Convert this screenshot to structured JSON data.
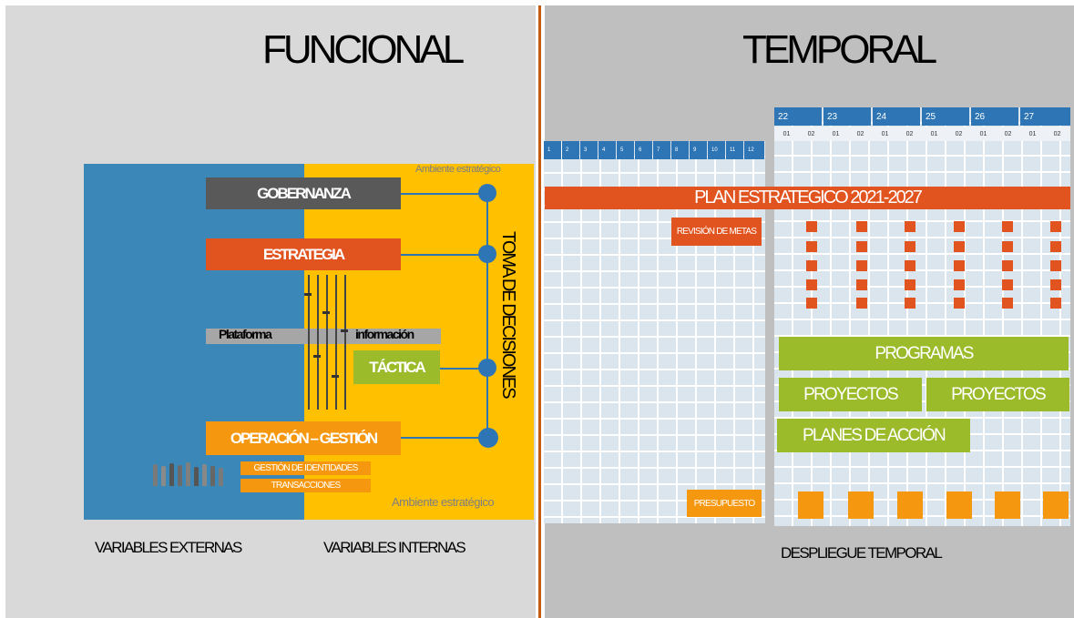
{
  "colors": {
    "blue": "#3b87b8",
    "gold": "#ffc000",
    "orange": "#e2541f",
    "green": "#9bbb2b",
    "dark_gray": "#595959",
    "line_blue": "#2e75b6"
  },
  "funcional": {
    "title": "FUNCIONAL",
    "ambiente_top": "Ambiente estratégico",
    "ambiente_bottom": "Ambiente estratégico",
    "gobernanza": "GOBERNANZA",
    "estrategia": "ESTRATEGIA",
    "plataforma": "Plataforma",
    "informacion": "información",
    "tactica": "TÁCTICA",
    "operacion": "OPERACIÓN – GESTIÓN",
    "gestion_identidades": "GESTIÓN DE IDENTIDADES",
    "transacciones": "TRANSACCIONES",
    "toma_decisiones": "TOMA DE DECISIONES",
    "var_externas": "VARIABLES EXTERNAS",
    "var_internas": "VARIABLES INTERNAS"
  },
  "temporal": {
    "title": "TEMPORAL",
    "month_headers": [
      "1",
      "2",
      "3",
      "4",
      "5",
      "6",
      "7",
      "8",
      "9",
      "10",
      "11",
      "12"
    ],
    "year_headers": [
      "22",
      "23",
      "24",
      "25",
      "26",
      "27"
    ],
    "sub_headers": [
      "01",
      "02",
      "01",
      "02",
      "01",
      "02",
      "01",
      "02",
      "01",
      "02",
      "01",
      "02"
    ],
    "plan": "PLAN ESTRATEGICO 2021-2027",
    "revision": "REVISIÓN DE METAS",
    "presupuesto": "PRESUPUESTO",
    "programas": "PROGRAMAS",
    "proyectos_1": "PROYECTOS",
    "proyectos_2": "PROYECTOS",
    "planes_accion": "PLANES DE ACCIÓN",
    "despliegue": "DESPLIEGUE TEMPORAL"
  }
}
